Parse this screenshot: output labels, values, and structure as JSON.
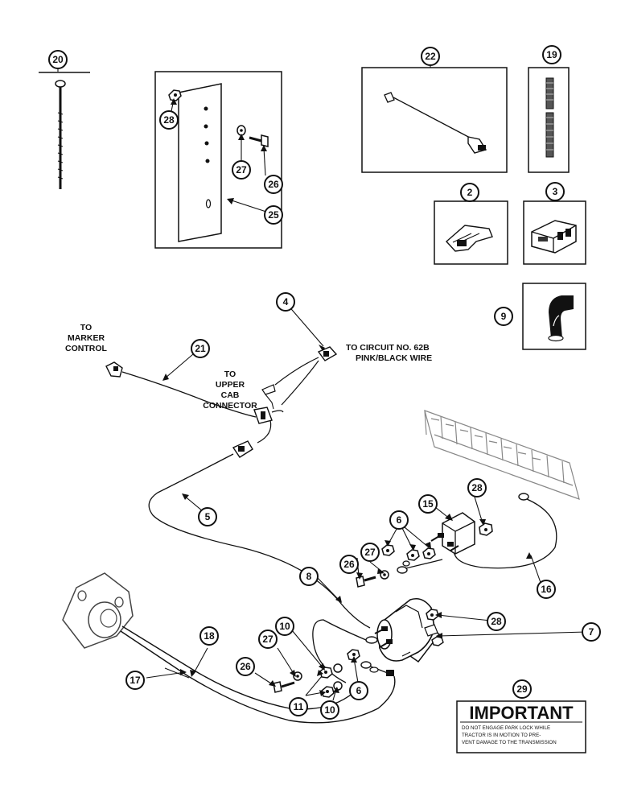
{
  "callouts": {
    "c20": "20",
    "c28a": "28",
    "c27a": "27",
    "c26a": "26",
    "c25": "25",
    "c22": "22",
    "c19": "19",
    "c2": "2",
    "c3": "3",
    "c9": "9",
    "c4": "4",
    "c21": "21",
    "c5": "5",
    "c6a": "6",
    "c15": "15",
    "c28b": "28",
    "c16": "16",
    "c8": "8",
    "c26b": "26",
    "c27b": "27",
    "c10a": "10",
    "c28c": "28",
    "c7": "7",
    "c18": "18",
    "c17": "17",
    "c26c": "26",
    "c27c": "27",
    "c11": "11",
    "c10b": "10",
    "c6b": "6",
    "c29": "29"
  },
  "labels": {
    "marker_line1": "TO",
    "marker_line2": "MARKER",
    "marker_line3": "CONTROL",
    "cab_line1": "TO",
    "cab_line2": "UPPER",
    "cab_line3": "CAB",
    "cab_line4": "CONNECTOR",
    "circuit_line1": "TO CIRCUIT NO. 62B",
    "circuit_line2": "PINK/BLACK WIRE"
  },
  "decal": {
    "title": "IMPORTANT",
    "line1": "DO NOT ENGAGE PARK LOCK WHILE",
    "line2": "TRACTOR IS IN MOTION TO PRE-",
    "line3": "VENT DAMAGE TO THE TRANSMISSION"
  }
}
